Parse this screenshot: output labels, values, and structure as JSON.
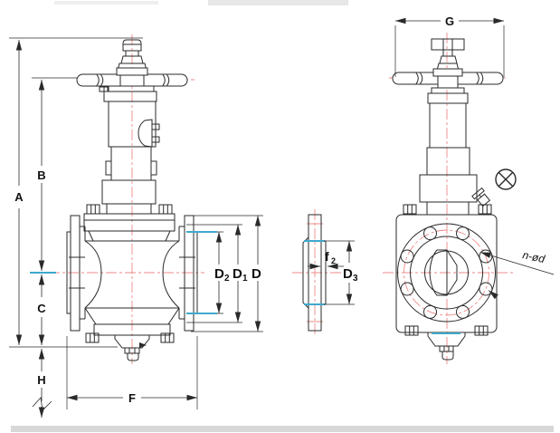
{
  "colors": {
    "line": "#2a2a2a",
    "centerline": "#ee8888",
    "highlight": "#3fa8cc",
    "background": "#ffffff",
    "scan-band": "#d8d8d8"
  },
  "dimensions": {
    "A": "A",
    "B": "B",
    "C": "C",
    "H": "H",
    "F": "F",
    "G": "G",
    "D": "D",
    "D1": {
      "base": "D",
      "sub": "1"
    },
    "D2": {
      "base": "D",
      "sub": "2"
    },
    "D3": {
      "base": "D",
      "sub": "3"
    },
    "f2": {
      "base": "f",
      "sub": "2"
    },
    "bolt_holes": "n-ød"
  }
}
